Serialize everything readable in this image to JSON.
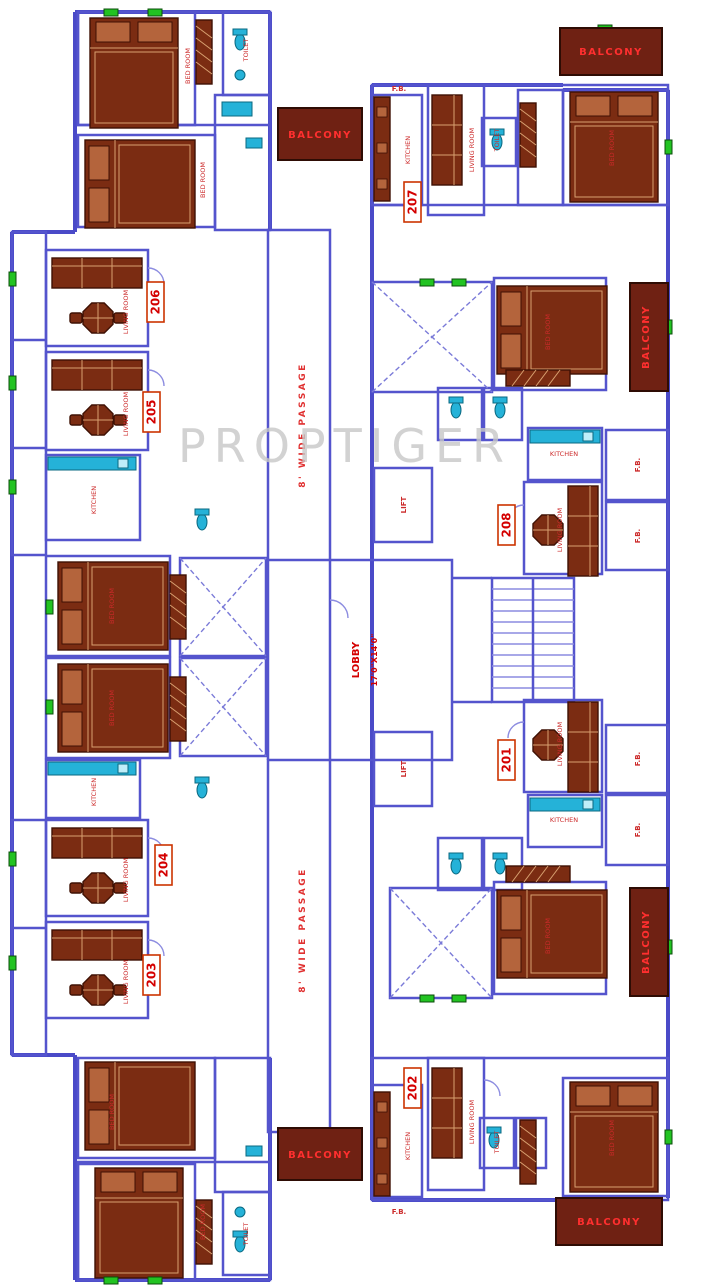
{
  "watermark": "PROPTIGER",
  "balconies": {
    "tl": "BALCONY",
    "tr": "BALCONY",
    "r_upper": "BALCONY",
    "r_lower": "BALCONY",
    "bl": "BALCONY",
    "br": "BALCONY"
  },
  "units": {
    "u201": "201",
    "u202": "202",
    "u203": "203",
    "u204": "204",
    "u205": "205",
    "u206": "206",
    "u207": "207",
    "u208": "208"
  },
  "lobby": {
    "name": "LOBBY",
    "size": "17'0\"X14'0\""
  },
  "passage": {
    "top": "8' WIDE PASSAGE",
    "bottom": "8' WIDE PASSAGE"
  },
  "lift": {
    "upper": "LIFT",
    "lower": "LIFT"
  },
  "fb": {
    "a": "F.B.",
    "b": "F.B.",
    "c": "F.B.",
    "d": "F.B.",
    "e": "F.B.",
    "f": "F.B."
  },
  "rooms": {
    "bed1": "BED ROOM",
    "bed2": "BED ROOM",
    "bed3": "BED ROOM",
    "bed4": "BED ROOM",
    "bed5": "BED ROOM",
    "bed6": "BED ROOM",
    "bed7": "BED ROOM",
    "bed8": "BED ROOM",
    "bed9": "BED ROOM",
    "bed10": "BED ROOM",
    "liv1": "LIVING ROOM",
    "liv2": "LIVING ROOM",
    "liv3": "LIVING ROOM",
    "liv4": "LIVING ROOM",
    "liv5": "LIVING ROOM",
    "liv6": "LIVING ROOM",
    "liv7": "LIVING ROOM",
    "liv8": "LIVING ROOM",
    "kit1": "KITCHEN",
    "kit2": "KITCHEN",
    "kit3": "KITCHEN",
    "kit4": "KITCHEN",
    "kit5": "KITCHEN",
    "kit6": "KITCHEN",
    "toi1": "TOILET",
    "toi2": "TOILET",
    "toi3": "TOILET",
    "toi4": "TOILET"
  }
}
